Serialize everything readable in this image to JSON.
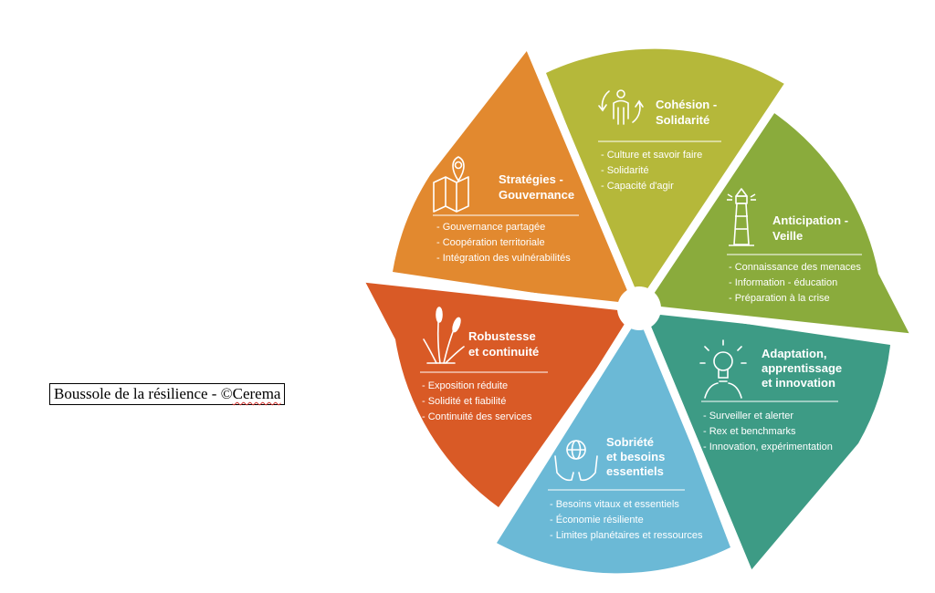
{
  "caption": {
    "text": "Boussole de la résilience - ©",
    "brand": "Cerema"
  },
  "sections": [
    {
      "id": "strategies",
      "color": "#e2892f",
      "icon": "map-pin-icon",
      "title_lines": [
        "Stratégies -",
        "Gouvernance"
      ],
      "items": [
        "- Gouvernance partagée",
        "- Coopération territoriale",
        "- Intégration des vulnérabilités"
      ]
    },
    {
      "id": "cohesion",
      "color": "#b5b83a",
      "icon": "person-cycle-icon",
      "title_lines": [
        "Cohésion -",
        "Solidarité"
      ],
      "items": [
        "- Culture et savoir faire",
        "- Solidarité",
        "- Capacité d'agir"
      ]
    },
    {
      "id": "anticipation",
      "color": "#8aab3c",
      "icon": "lighthouse-icon",
      "title_lines": [
        "Anticipation -",
        "Veille"
      ],
      "items": [
        "- Connaissance des menaces",
        "- Information - éducation",
        "- Préparation à la crise"
      ]
    },
    {
      "id": "adaptation",
      "color": "#3d9b85",
      "icon": "lightbulb-head-icon",
      "title_lines": [
        "Adaptation,",
        "apprentissage",
        "et innovation"
      ],
      "items": [
        "- Surveiller et alerter",
        "- Rex et benchmarks",
        "- Innovation, expérimentation"
      ]
    },
    {
      "id": "sobriete",
      "color": "#6bb9d6",
      "icon": "globe-hands-icon",
      "title_lines": [
        "Sobriété",
        "et besoins",
        "essentiels"
      ],
      "items": [
        "- Besoins vitaux et essentiels",
        "- Économie résiliente",
        "- Limites planétaires et ressources"
      ]
    },
    {
      "id": "robustesse",
      "color": "#d95a26",
      "icon": "reed-plant-icon",
      "title_lines": [
        "Robustesse",
        "et continuité"
      ],
      "items": [
        "- Exposition réduite",
        "- Solidité et fiabilité",
        "- Continuité des services"
      ]
    }
  ]
}
